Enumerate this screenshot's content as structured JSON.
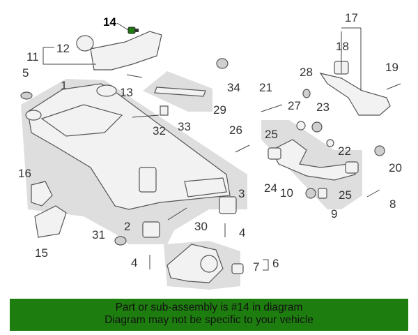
{
  "diagram": {
    "highlight_color": "#1f7a12",
    "callouts": [
      {
        "id": "1",
        "text": "1"
      },
      {
        "id": "2",
        "text": "2"
      },
      {
        "id": "3",
        "text": "3"
      },
      {
        "id": "4a",
        "text": "4"
      },
      {
        "id": "4b",
        "text": "4"
      },
      {
        "id": "5",
        "text": "5"
      },
      {
        "id": "6",
        "text": "6"
      },
      {
        "id": "7",
        "text": "7"
      },
      {
        "id": "8",
        "text": "8"
      },
      {
        "id": "9",
        "text": "9"
      },
      {
        "id": "10",
        "text": "10"
      },
      {
        "id": "11",
        "text": "11"
      },
      {
        "id": "12",
        "text": "12"
      },
      {
        "id": "13",
        "text": "13"
      },
      {
        "id": "14",
        "text": "14"
      },
      {
        "id": "15",
        "text": "15"
      },
      {
        "id": "16",
        "text": "16"
      },
      {
        "id": "17",
        "text": "17"
      },
      {
        "id": "18",
        "text": "18"
      },
      {
        "id": "19",
        "text": "19"
      },
      {
        "id": "20",
        "text": "20"
      },
      {
        "id": "21",
        "text": "21"
      },
      {
        "id": "22",
        "text": "22"
      },
      {
        "id": "23",
        "text": "23"
      },
      {
        "id": "24",
        "text": "24"
      },
      {
        "id": "25a",
        "text": "25"
      },
      {
        "id": "25b",
        "text": "25"
      },
      {
        "id": "26",
        "text": "26"
      },
      {
        "id": "27",
        "text": "27"
      },
      {
        "id": "28",
        "text": "28"
      },
      {
        "id": "29",
        "text": "29"
      },
      {
        "id": "30",
        "text": "30"
      },
      {
        "id": "31",
        "text": "31"
      },
      {
        "id": "32",
        "text": "32"
      },
      {
        "id": "33",
        "text": "33"
      },
      {
        "id": "34",
        "text": "34"
      }
    ]
  },
  "footer": {
    "line1": "Part or sub-assembly is #14 in diagram",
    "line2": "Diagram may not be specific to your vehicle",
    "background": "#1e7d0f"
  }
}
